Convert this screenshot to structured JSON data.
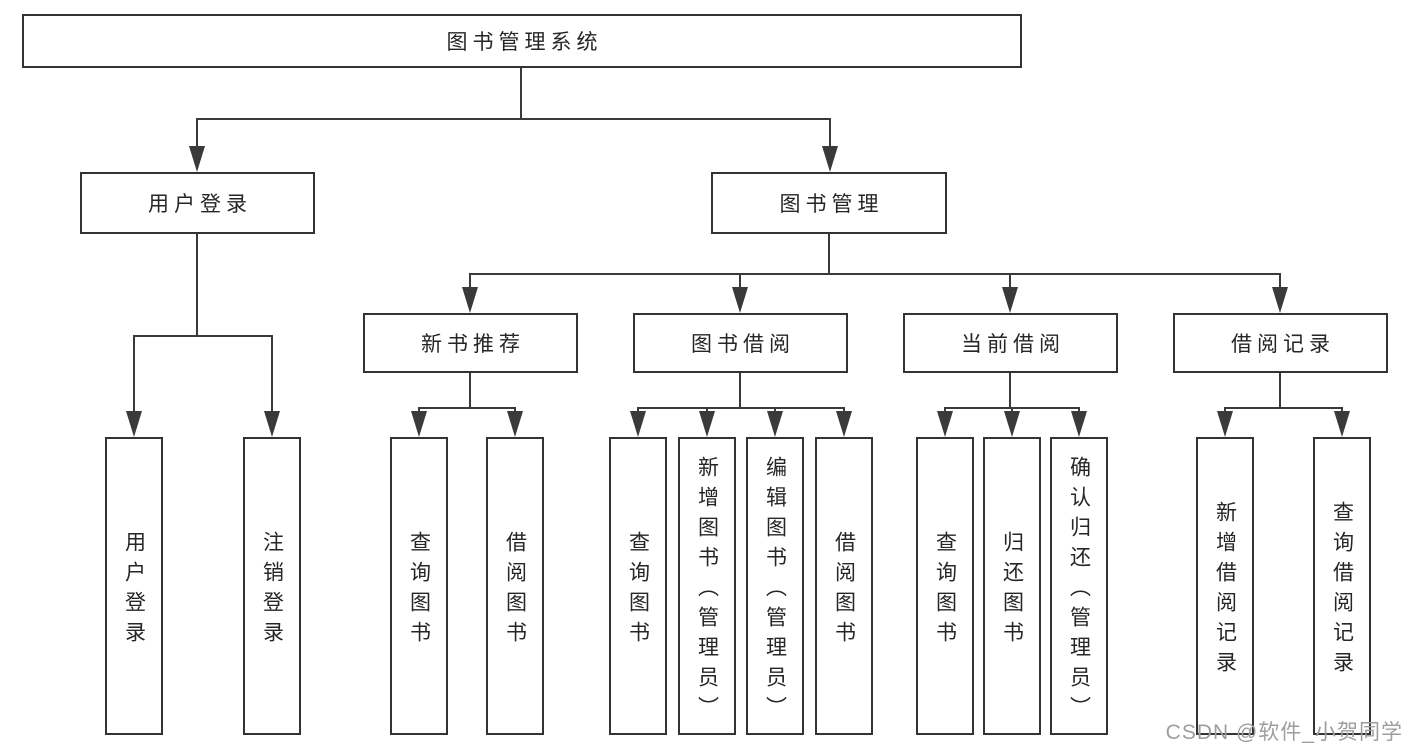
{
  "diagram": {
    "type": "hierarchy-tree",
    "colors": {
      "background": "#ffffff",
      "box_border": "#333333",
      "line": "#3a3a3a",
      "text": "#262626",
      "watermark": "#9e9e9e"
    },
    "root": {
      "label": "图书管理系统"
    },
    "level2": [
      {
        "label": "用户登录"
      },
      {
        "label": "图书管理"
      }
    ],
    "level3": [
      {
        "label": "新书推荐"
      },
      {
        "label": "图书借阅"
      },
      {
        "label": "当前借阅"
      },
      {
        "label": "借阅记录"
      }
    ],
    "leaves": {
      "user_login": [
        {
          "label": "用户登录"
        },
        {
          "label": "注销登录"
        }
      ],
      "new_book": [
        {
          "label": "查询图书"
        },
        {
          "label": "借阅图书"
        }
      ],
      "book_borrow": [
        {
          "label": "查询图书"
        },
        {
          "label": "新增图书（管理员）"
        },
        {
          "label": "编辑图书（管理员）"
        },
        {
          "label": "借阅图书"
        }
      ],
      "current_borrow": [
        {
          "label": "查询图书"
        },
        {
          "label": "归还图书"
        },
        {
          "label": "确认归还（管理员）"
        }
      ],
      "borrow_records": [
        {
          "label": "新增借阅记录"
        },
        {
          "label": "查询借阅记录"
        }
      ]
    },
    "watermark": "CSDN @软件_小贺同学"
  }
}
